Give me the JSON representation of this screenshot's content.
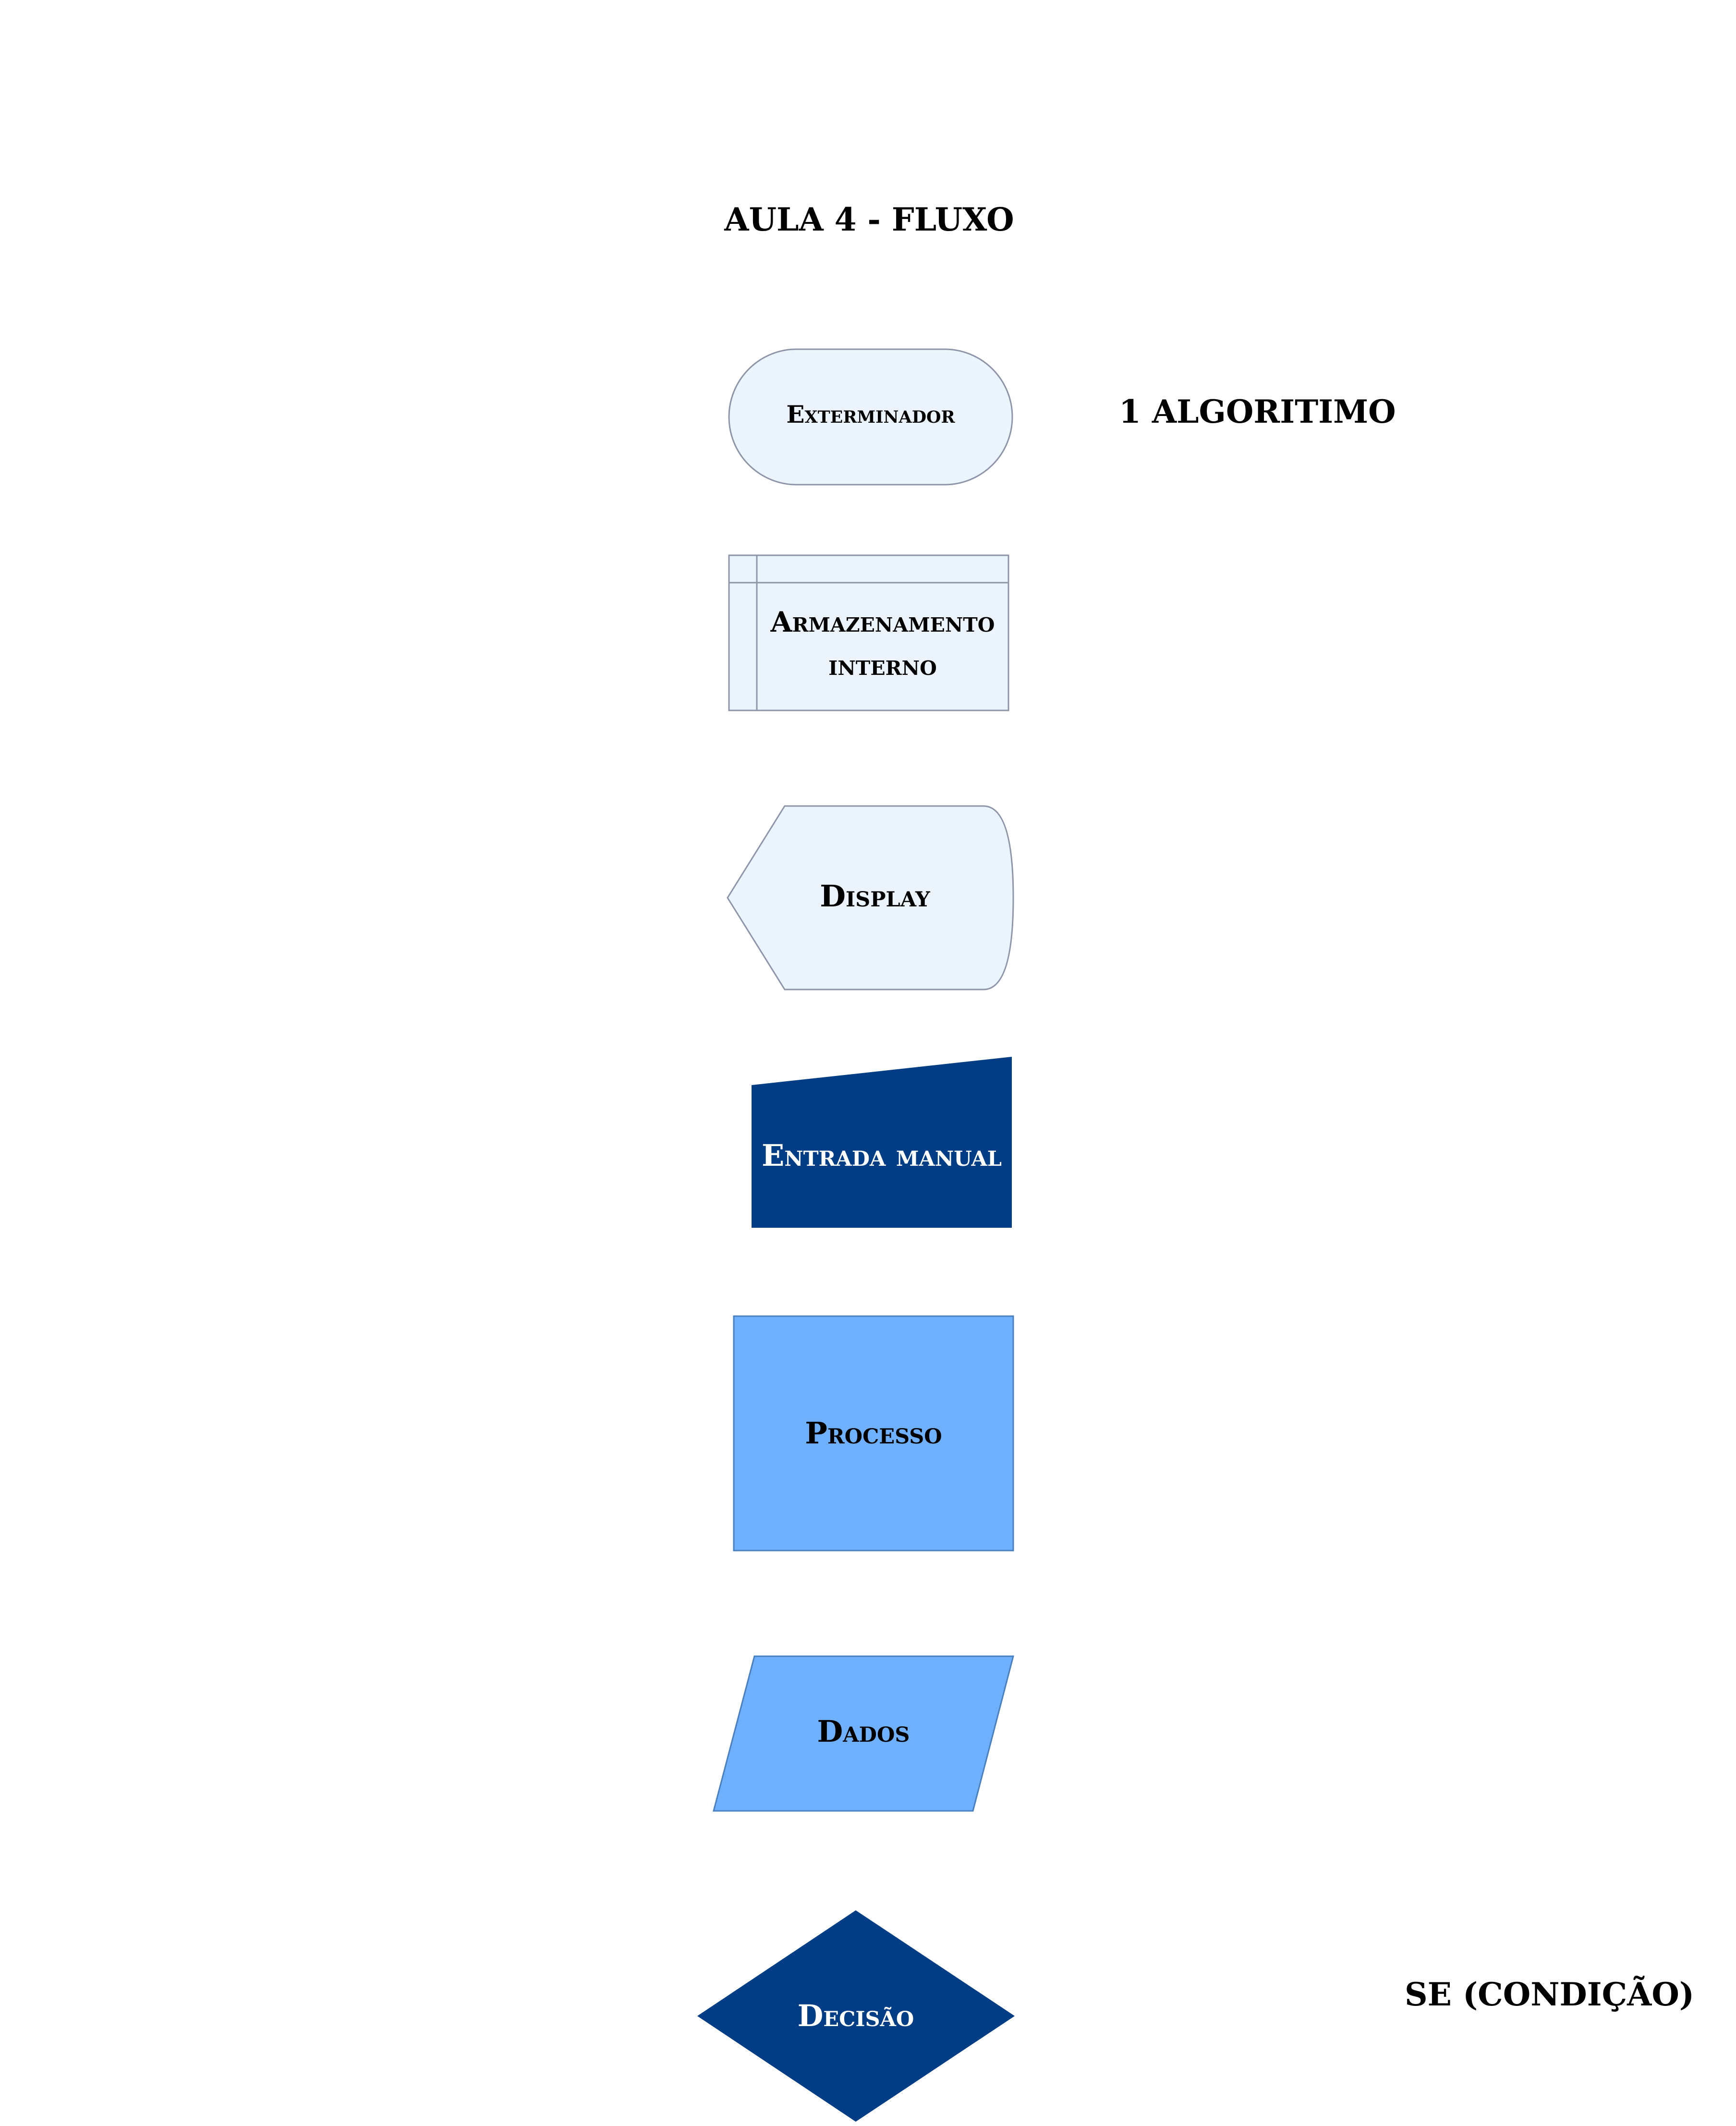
{
  "title": "AULA 4 - FLUXO",
  "notes": {
    "algoritmo": "1 ALGORITIMO",
    "condicao": "SE (CONDIÇÃO)"
  },
  "colors": {
    "light_fill": "#EBF3FD",
    "light_stroke": "#8C96A8",
    "dark_fill": "#003D85",
    "medium_fill": "#6EB0FC",
    "medium_stroke": "#4A7FC0",
    "dark_text": "#000000",
    "light_text": "#FFFFFF"
  },
  "shapes": {
    "terminator": {
      "label": "Exterminador",
      "kind": "terminator"
    },
    "internal_storage": {
      "label_line1": "Armazenamento",
      "label_line2": "interno",
      "kind": "internal-storage"
    },
    "display": {
      "label": "Display",
      "kind": "display"
    },
    "manual_input": {
      "label": "Entrada manual",
      "kind": "manual-input"
    },
    "process": {
      "label": "Processo",
      "kind": "process"
    },
    "data": {
      "label": "Dados",
      "kind": "data"
    },
    "decision": {
      "label": "Decisão",
      "kind": "decision"
    }
  }
}
